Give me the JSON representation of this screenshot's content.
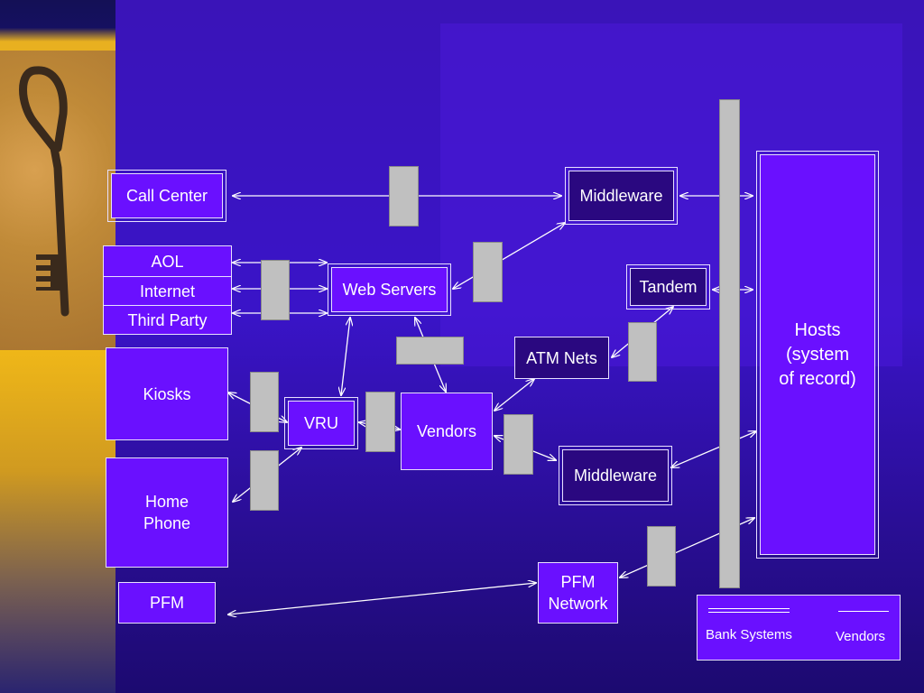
{
  "nodes": {
    "call_center": "Call Center",
    "aol": "AOL",
    "internet": "Internet",
    "third_party": "Third Party",
    "kiosks": "Kiosks",
    "home_phone": "Home\nPhone",
    "pfm": "PFM",
    "web_servers": "Web Servers",
    "vru": "VRU",
    "vendors": "Vendors",
    "atm_nets": "ATM Nets",
    "tandem": "Tandem",
    "middleware_top": "Middleware",
    "middleware_bottom": "Middleware",
    "pfm_network": "PFM\nNetwork",
    "hosts": "Hosts\n(system\nof record)"
  },
  "legend": {
    "bank_systems": "Bank Systems",
    "vendors": "Vendors"
  },
  "colors": {
    "background": "#3a14b8",
    "node_fill": "#6a10ff",
    "node_dark": "#2a0880",
    "gateway": "#c0c0c0",
    "line": "#ffffff"
  },
  "image": {
    "description_icon": "key-photo"
  }
}
